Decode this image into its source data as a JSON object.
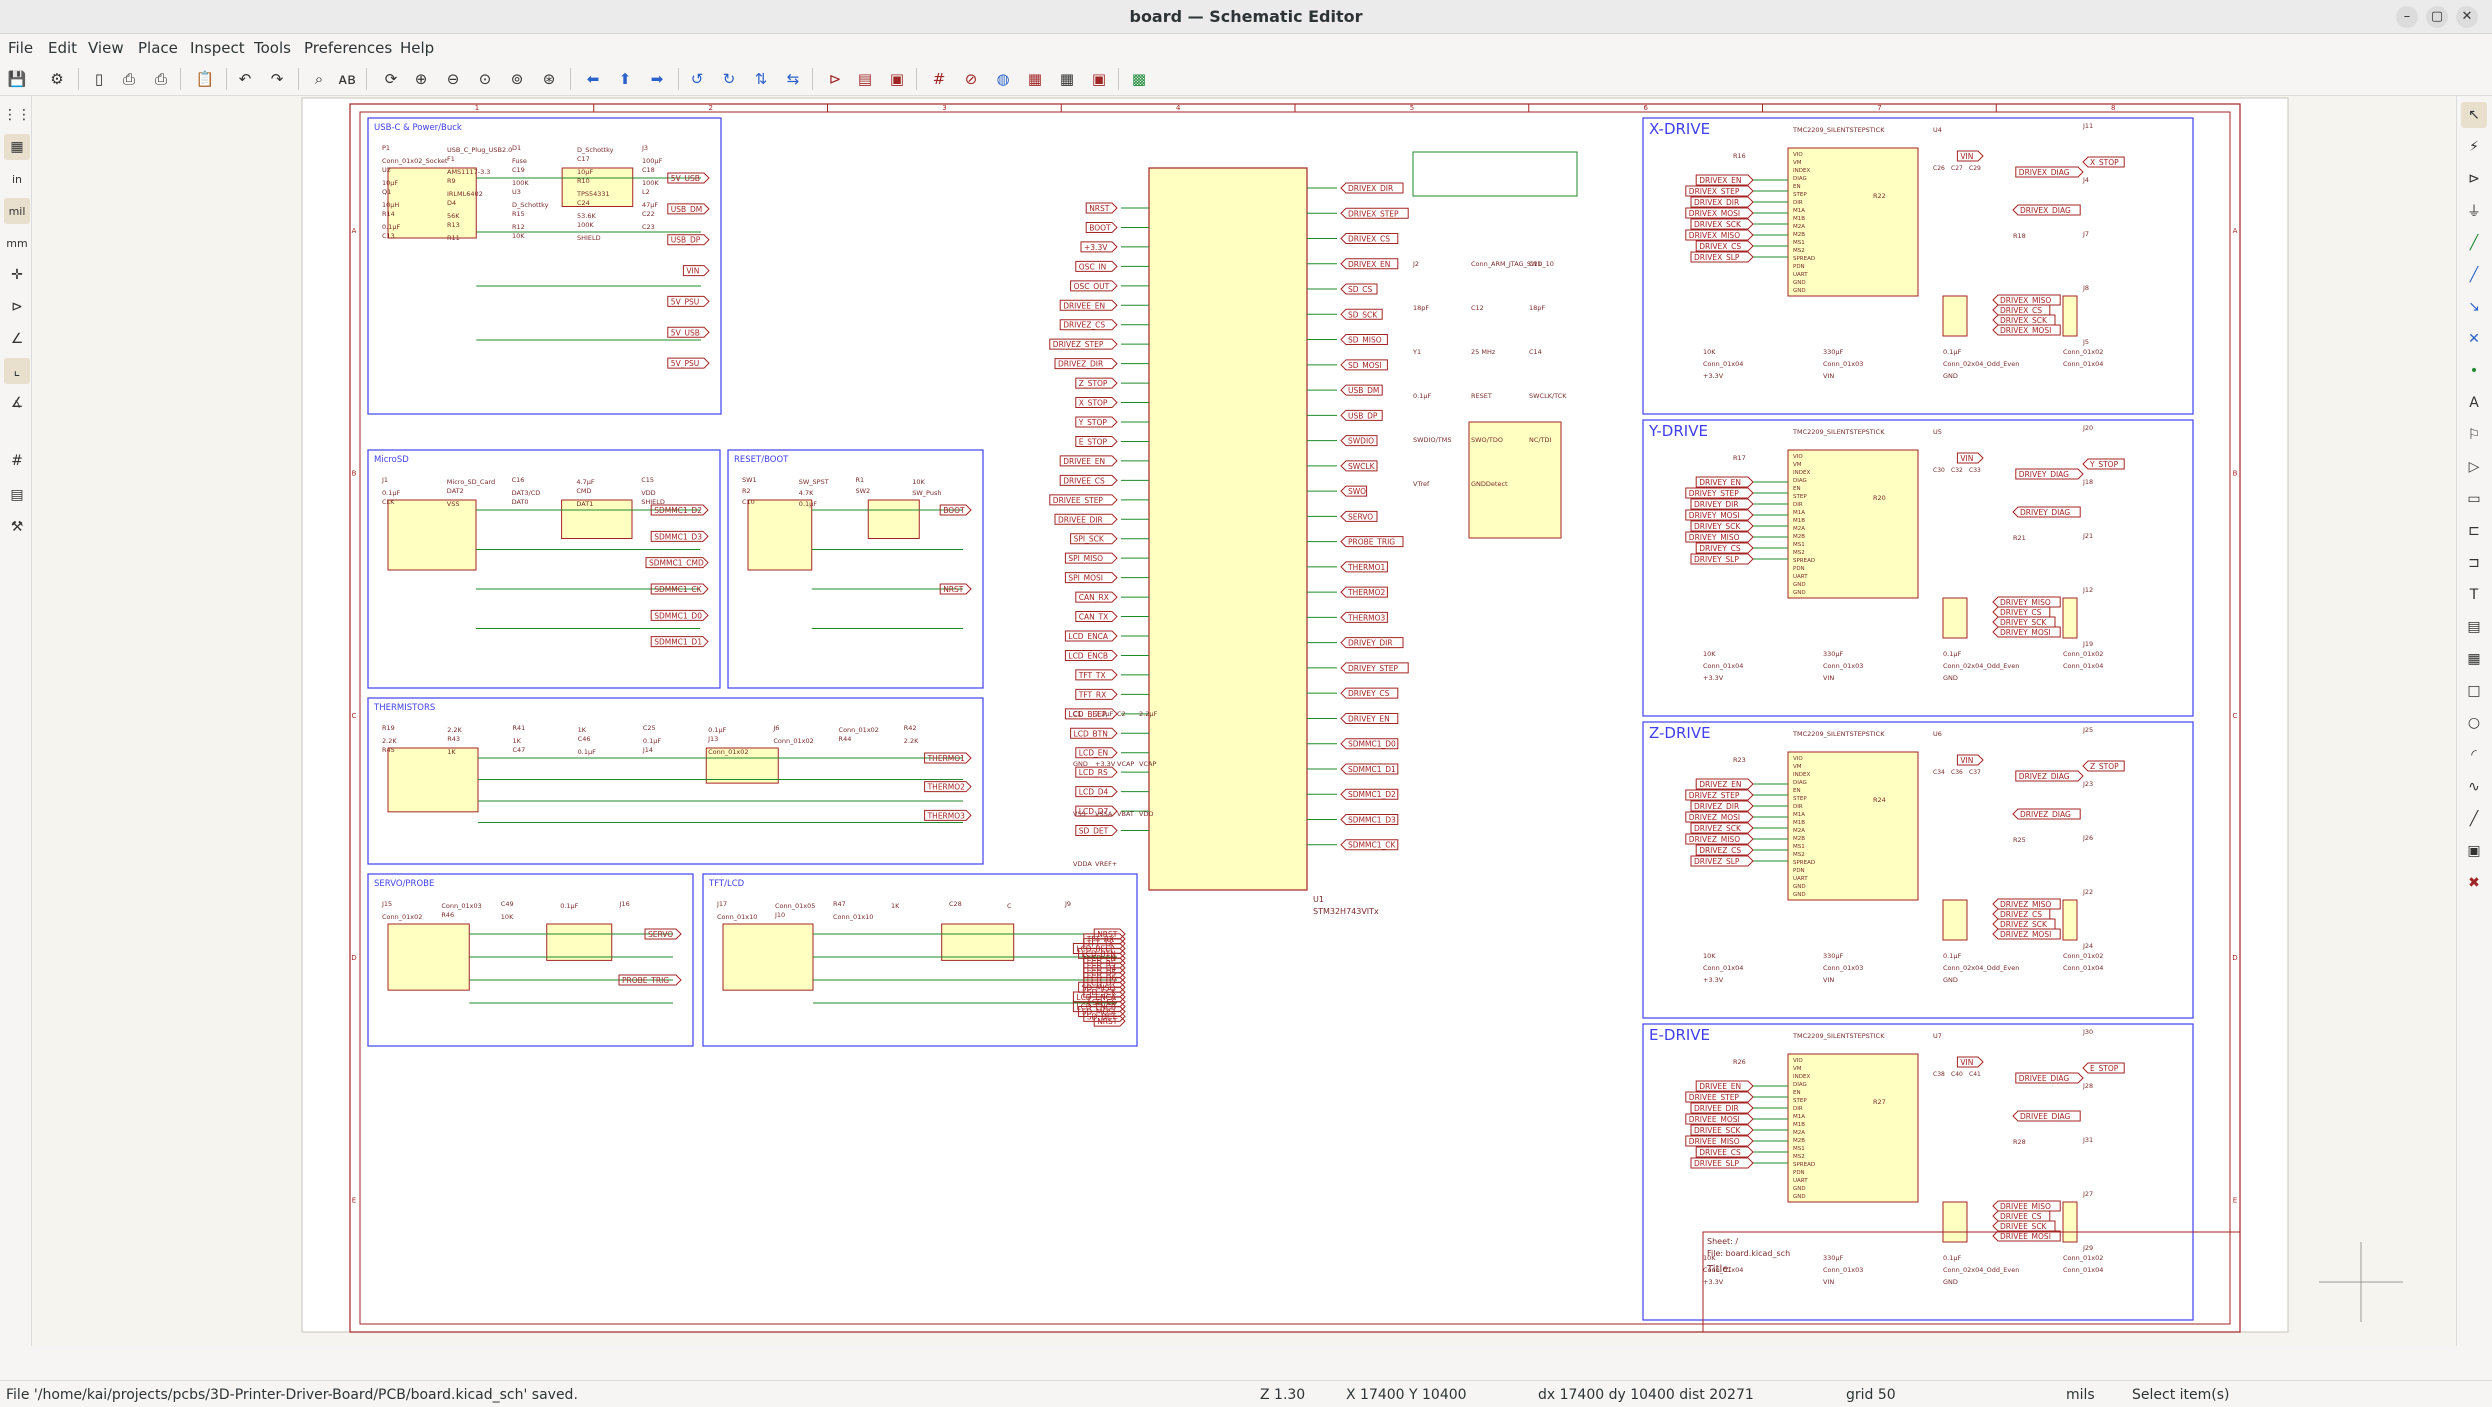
{
  "window": {
    "title": "board — Schematic Editor",
    "minimize": "–",
    "maximize": "▢",
    "close": "✕"
  },
  "menu": [
    "File",
    "Edit",
    "View",
    "Place",
    "Inspect",
    "Tools",
    "Preferences",
    "Help"
  ],
  "status": {
    "message": "File '/home/kai/projects/pcbs/3D-Printer-Driver-Board/PCB/board.kicad_sch' saved.",
    "zoom": "Z 1.30",
    "cursor": "X 17400  Y 10400",
    "delta": "dx 17400  dy 10400  dist 20271",
    "grid": "grid 50",
    "units": "mils",
    "mode": "Select item(s)"
  },
  "left_tools": [
    {
      "icon": "grid-dots",
      "g": "⋮⋮"
    },
    {
      "icon": "grid-overlay",
      "g": "▦"
    },
    {
      "icon": "units-inch",
      "g": "in"
    },
    {
      "icon": "units-mil",
      "g": "mil"
    },
    {
      "icon": "units-mm",
      "g": "mm"
    },
    {
      "icon": "cursor-full",
      "g": "✛"
    },
    {
      "icon": "hidden-pins",
      "g": "⊳"
    },
    {
      "icon": "wire-angle",
      "g": "∠"
    },
    {
      "icon": "bus-angle",
      "g": "⌞"
    },
    {
      "icon": "free-angle",
      "g": "∡"
    },
    {
      "icon": "annotate",
      "g": "#"
    },
    {
      "icon": "properties-panel",
      "g": "▤"
    },
    {
      "icon": "hierarchy",
      "g": "⚒"
    }
  ],
  "right_tools": [
    {
      "icon": "select",
      "g": "↖"
    },
    {
      "icon": "highlight-net",
      "g": "⚡"
    },
    {
      "icon": "add-symbol",
      "g": "⊳"
    },
    {
      "icon": "add-power",
      "g": "⏚"
    },
    {
      "icon": "add-wire",
      "g": "╱"
    },
    {
      "icon": "add-bus",
      "g": "╱"
    },
    {
      "icon": "wire-to-bus",
      "g": "↘"
    },
    {
      "icon": "no-connect",
      "g": "✕"
    },
    {
      "icon": "junction",
      "g": "•"
    },
    {
      "icon": "net-label",
      "g": "A"
    },
    {
      "icon": "global-label",
      "g": "⚐"
    },
    {
      "icon": "hier-label",
      "g": "▷"
    },
    {
      "icon": "hier-sheet",
      "g": "▭"
    },
    {
      "icon": "import-sheet-pin",
      "g": "⊏"
    },
    {
      "icon": "sheet-pin",
      "g": "⊐"
    },
    {
      "icon": "text",
      "g": "T"
    },
    {
      "icon": "textbox",
      "g": "▤"
    },
    {
      "icon": "table",
      "g": "▦"
    },
    {
      "icon": "rectangle",
      "g": "□"
    },
    {
      "icon": "circle",
      "g": "○"
    },
    {
      "icon": "arc",
      "g": "◜"
    },
    {
      "icon": "bezier",
      "g": "∿"
    },
    {
      "icon": "line",
      "g": "╱"
    },
    {
      "icon": "image",
      "g": "▣"
    },
    {
      "icon": "delete",
      "g": "✖"
    }
  ],
  "sheet": {
    "border_cols": [
      "1",
      "2",
      "3",
      "4",
      "5",
      "6",
      "7",
      "8"
    ],
    "border_rows": [
      "A",
      "B",
      "C",
      "D",
      "E"
    ],
    "title_sheet": "Sheet: /",
    "title_file": "File: board.kicad_sch",
    "title_label": "Title:"
  },
  "blocks": [
    {
      "title": "USB-C & Power/Buck",
      "parts": [
        "P1",
        "USB_C_Plug_USB2.0",
        "D1",
        "D_Schottky",
        "J3",
        "Conn_01x02_Socket",
        "F1",
        "Fuse",
        "C17",
        "100µF",
        "U2",
        "AMS1117-3.3",
        "C19",
        "10µF",
        "C18",
        "10µF",
        "R9",
        "100K",
        "R10",
        "100K",
        "Q1",
        "IRLML6402",
        "U3",
        "TPS54331",
        "L2",
        "10µH",
        "D4",
        "D_Schottky",
        "C24",
        "47µF",
        "R14",
        "56K",
        "R15",
        "53.6K",
        "C22",
        "0.1µF",
        "R13",
        "R12",
        "100K",
        "C23",
        "C13",
        "R11",
        "10K",
        "SHIELD"
      ],
      "labels": [
        "5V_USB",
        "USB_DM",
        "USB_DP",
        "VIN",
        "5V_PSU",
        "5V_USB",
        "5V_PSU"
      ]
    },
    {
      "title": "MicroSD",
      "parts": [
        "J1",
        "Micro_SD_Card",
        "C16",
        "4.7µF",
        "C15",
        "0.1µF",
        "DAT2",
        "DAT3/CD",
        "CMD",
        "VDD",
        "CLK",
        "VSS",
        "DAT0",
        "DAT1",
        "SHIELD"
      ],
      "labels": [
        "SDMMC1_D2",
        "SDMMC1_D3",
        "SDMMC1_CMD",
        "SDMMC1_CK",
        "SDMMC1_D0",
        "SDMMC1_D1"
      ]
    },
    {
      "title": "RESET/BOOT",
      "parts": [
        "SW1",
        "SW_SPST",
        "R1",
        "10K",
        "R2",
        "4.7K",
        "SW2",
        "SW_Push",
        "C10",
        "0.1µF"
      ],
      "labels": [
        "BOOT",
        "NRST"
      ]
    },
    {
      "title": "THERMISTORS",
      "parts": [
        "R19",
        "2.2K",
        "R41",
        "1K",
        "C25",
        "0.1µF",
        "J6",
        "Conn_01x02",
        "R42",
        "2.2K",
        "R43",
        "1K",
        "C46",
        "0.1µF",
        "J13",
        "Conn_01x02",
        "R44",
        "2.2K",
        "R45",
        "1K",
        "C47",
        "0.1µF",
        "J14",
        "Conn_01x02"
      ],
      "labels": [
        "THERMO1",
        "THERMO2",
        "THERMO3"
      ]
    },
    {
      "title": "SERVO/PROBE",
      "parts": [
        "J15",
        "Conn_01x03",
        "C49",
        "0.1µF",
        "J16",
        "Conn_01x02",
        "R46",
        "10K"
      ],
      "labels": [
        "SERVO",
        "PROBE_TRIG"
      ]
    },
    {
      "title": "TFT/LCD",
      "parts": [
        "J17",
        "Conn_01x05",
        "R47",
        "1K",
        "C28",
        "C",
        "J9",
        "Conn_01x10",
        "J10",
        "Conn_01x10"
      ],
      "labels": [
        "NRST",
        "TFT_RX",
        "TFT_TX",
        "LCD_BEEP",
        "LCD_BTN",
        "LCD_EN",
        "LCD_RS",
        "LCD_D4",
        "LCD_D5",
        "LCD_D6",
        "LCD_D7",
        "SD_MISO",
        "SD_SCK",
        "LCD_ENCA",
        "SD_CS",
        "LCD_ENCB",
        "SD_MOSI",
        "SD_DET",
        "NRST"
      ]
    }
  ],
  "mcu": {
    "ref": "U1",
    "value": "STM32H743VITx",
    "left_nets": [
      "NRST",
      "BOOT",
      "+3.3V",
      "OSC_IN",
      "OSC_OUT",
      "DRIVEE_EN",
      "DRIVEZ_CS",
      "DRIVEZ_STEP",
      "DRIVEZ_DIR",
      "Z_STOP",
      "X_STOP",
      "Y_STOP",
      "E_STOP",
      "DRIVEE_EN",
      "DRIVEE_CS",
      "DRIVEE_STEP",
      "DRIVEE_DIR",
      "SPI_SCK",
      "SPI_MISO",
      "SPI_MOSI",
      "CAN_RX",
      "CAN_TX",
      "LCD_ENCA",
      "LCD_ENCB",
      "TFT_TX",
      "TFT_RX",
      "LCD_BEEP",
      "LCD_BTN",
      "LCD_EN",
      "LCD_RS",
      "LCD_D4",
      "LCD_D7",
      "SD_DET"
    ],
    "right_nets": [
      "DRIVEX_DIR",
      "DRIVEX_STEP",
      "DRIVEX_CS",
      "DRIVEX_EN",
      "SD_CS",
      "SD_SCK",
      "SD_MISO",
      "SD_MOSI",
      "USB_DM",
      "USB_DP",
      "SWDIO",
      "SWCLK",
      "SWO",
      "SERVO",
      "PROBE_TRIG",
      "THERMO1",
      "THERMO2",
      "THERMO3",
      "DRIVEY_DIR",
      "DRIVEY_STEP",
      "DRIVEY_CS",
      "DRIVEY_EN",
      "SDMMC1_D0",
      "SDMMC1_D1",
      "SDMMC1_D2",
      "SDMMC1_D3",
      "SDMMC1_CK"
    ],
    "misc": [
      "C1",
      "2.2µF",
      "C2",
      "2.2µF",
      "GND",
      "+3.3V",
      "VCAP",
      "VCAP",
      "VSS",
      "VSSA",
      "VBAT",
      "VDD",
      "VDDA",
      "VREF+",
      "J2",
      "Conn_ARM_JTAG_SWD_10",
      "C11",
      "18pF",
      "C12",
      "18pF",
      "Y1",
      "25 MHz",
      "C14",
      "0.1µF",
      "RESET",
      "SWCLK/TCK",
      "SWDIO/TMS",
      "SWO/TDO",
      "NC/TDI",
      "VTref",
      "GNDDetect"
    ]
  },
  "drivers": [
    {
      "title": "X-DRIVE",
      "u": "U4",
      "j": [
        "J11",
        "J4",
        "J7",
        "J8",
        "J5"
      ],
      "r": [
        "R16",
        "R22",
        "R18"
      ],
      "c": [
        "C26",
        "C27",
        "C29"
      ],
      "a": "X"
    },
    {
      "title": "Y-DRIVE",
      "u": "U5",
      "j": [
        "J20",
        "J18",
        "J21",
        "J12",
        "J19"
      ],
      "r": [
        "R17",
        "R20",
        "R21"
      ],
      "c": [
        "C30",
        "C32",
        "C33"
      ],
      "a": "Y"
    },
    {
      "title": "Z-DRIVE",
      "u": "U6",
      "j": [
        "J25",
        "J23",
        "J26",
        "J22",
        "J24"
      ],
      "r": [
        "R23",
        "R24",
        "R25"
      ],
      "c": [
        "C34",
        "C36",
        "C37"
      ],
      "a": "Z"
    },
    {
      "title": "E-DRIVE",
      "u": "U7",
      "j": [
        "J30",
        "J28",
        "J31",
        "J27",
        "J29"
      ],
      "r": [
        "R26",
        "R27",
        "R28"
      ],
      "c": [
        "C38",
        "C40",
        "C41"
      ],
      "a": "E"
    }
  ],
  "driver_common": {
    "part": "TMC2209_SILENTSTEPSTICK",
    "pins": [
      "VIO",
      "VM",
      "INDEX",
      "DIAG",
      "EN",
      "STEP",
      "DIR",
      "M1A",
      "M1B",
      "M2A",
      "M2B",
      "MS1",
      "MS2",
      "SPREAD",
      "PDN",
      "UART",
      "GND",
      "GND"
    ],
    "values": [
      "10K",
      "330µF",
      "0.1µF",
      "Conn_01x02",
      "Conn_01x04",
      "Conn_01x03",
      "Conn_02x04_Odd_Even",
      "Conn_01x04",
      "+3.3V",
      "VIN",
      "GND"
    ]
  }
}
